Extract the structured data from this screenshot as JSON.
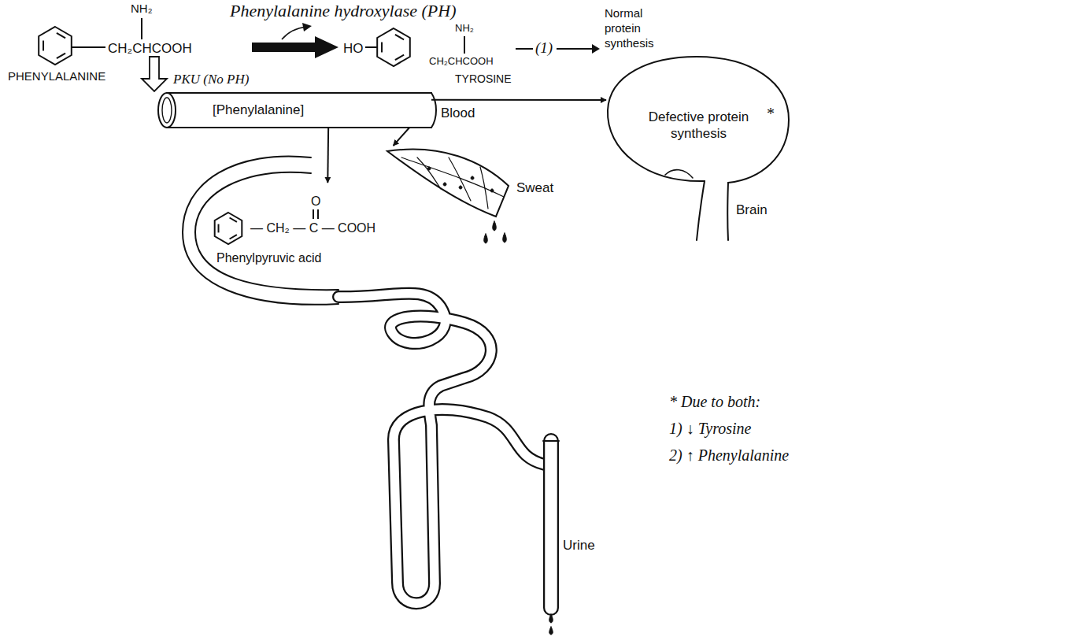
{
  "diagram": {
    "nodes": [
      {
        "text": [
          "[Phenylalanine]"
        ]
      },
      {
        "text": [
          "Defective protein synthesis",
          "Brain"
        ]
      },
      {
        "text": [
          "Sweat"
        ]
      },
      {
        "text": [
          "Phenylpyruvic acid",
          "Urine"
        ]
      }
    ],
    "edges": [
      {
        "from": 0,
        "to": 1,
        "label": "Blood",
        "arrow": "to"
      },
      {
        "from": 0,
        "to": 3,
        "arrow": "to"
      },
      {
        "from": 0,
        "to": 2,
        "arrow": "to"
      }
    ],
    "labels": [
      "NH₂",
      "CH₂CHCOOH",
      "PHENYLALANINE",
      "Phenylalanine hydroxylase (PH)",
      "HO",
      "NH₂",
      "CH₂CHCOOH",
      "TYROSINE",
      "(1)",
      "Normal protein synthesis",
      "PKU (No PH)",
      "*",
      "O",
      "— CH₂ — C — COOH",
      "* Due to both:",
      "1) ↓ Tyrosine",
      "2) ↑ Phenylalanine"
    ]
  }
}
